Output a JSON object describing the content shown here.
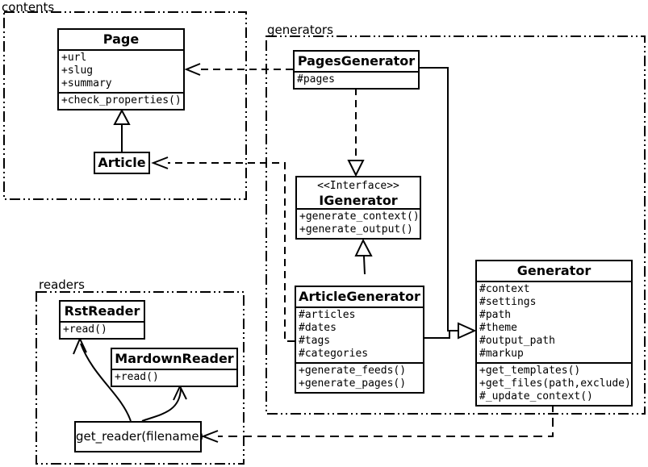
{
  "diagram_type": "uml-class-diagram",
  "colors": {
    "stroke": "#000000",
    "background": "#ffffff"
  },
  "packages": {
    "contents": {
      "label": "contents"
    },
    "generators": {
      "label": "generators"
    },
    "readers": {
      "label": "readers"
    }
  },
  "classes": {
    "page": {
      "name": "Page",
      "attributes": [
        "+url",
        "+slug",
        "+summary"
      ],
      "methods": [
        "+check_properties()"
      ]
    },
    "article": {
      "name": "Article"
    },
    "pages_generator": {
      "name": "PagesGenerator",
      "attributes": [
        "#pages"
      ]
    },
    "igenerator": {
      "stereotype": "<<Interface>>",
      "name": "IGenerator",
      "methods": [
        "+generate_context()",
        "+generate_output()"
      ]
    },
    "article_generator": {
      "name": "ArticleGenerator",
      "attributes": [
        "#articles",
        "#dates",
        "#tags",
        "#categories"
      ],
      "methods": [
        "+generate_feeds()",
        "+generate_pages()"
      ]
    },
    "generator": {
      "name": "Generator",
      "attributes": [
        "#context",
        "#settings",
        "#path",
        "#theme",
        "#output_path",
        "#markup"
      ],
      "methods": [
        "+get_templates()",
        "+get_files(path,exclude)",
        "#_update_context()"
      ]
    },
    "rst_reader": {
      "name": "RstReader",
      "methods": [
        "+read()"
      ]
    },
    "mardown_reader": {
      "name": "MardownReader",
      "methods": [
        "+read()"
      ]
    },
    "get_reader": {
      "label": "get_reader(filename)"
    }
  },
  "relationships": [
    {
      "from": "Article",
      "to": "Page",
      "type": "generalization",
      "line": "solid"
    },
    {
      "from": "PagesGenerator",
      "to": "Page",
      "type": "dependency",
      "line": "dashed"
    },
    {
      "from": "ArticleGenerator",
      "to": "Article",
      "type": "dependency",
      "line": "dashed"
    },
    {
      "from": "PagesGenerator",
      "to": "IGenerator",
      "type": "realization",
      "line": "dashed"
    },
    {
      "from": "ArticleGenerator",
      "to": "IGenerator",
      "type": "generalization",
      "line": "solid"
    },
    {
      "from": "PagesGenerator",
      "to": "Generator",
      "type": "generalization",
      "line": "solid"
    },
    {
      "from": "ArticleGenerator",
      "to": "Generator",
      "type": "generalization",
      "line": "solid"
    },
    {
      "from": "Generator",
      "to": "get_reader(filename)",
      "type": "dependency",
      "line": "dashed"
    },
    {
      "from": "get_reader(filename)",
      "to": "RstReader",
      "type": "call-arrow",
      "line": "solid-curve"
    },
    {
      "from": "get_reader(filename)",
      "to": "MardownReader",
      "type": "call-arrow",
      "line": "solid-curve"
    }
  ]
}
